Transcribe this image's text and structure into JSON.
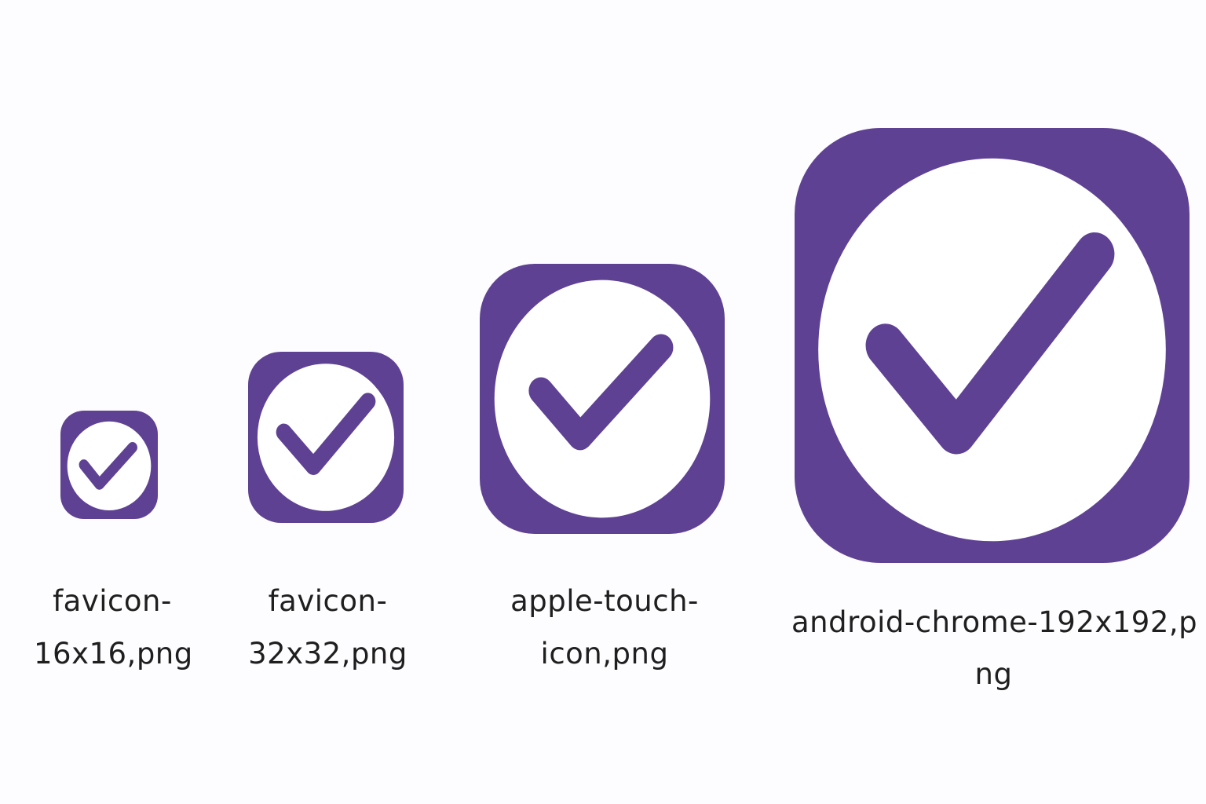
{
  "colors": {
    "brand": "#5f4194",
    "inner": "#ffffff",
    "background": "#fdfcfe",
    "text": "#1f1f1f"
  },
  "icons": [
    {
      "name": "favicon-16",
      "icon": "check-circle-icon",
      "label_lines": [
        "favicon-",
        "16x16,png"
      ]
    },
    {
      "name": "favicon-32",
      "icon": "check-circle-icon",
      "label_lines": [
        "favicon-",
        "32x32,png"
      ]
    },
    {
      "name": "apple-touch-icon",
      "icon": "check-circle-icon",
      "label_lines": [
        "apple-touch-",
        "icon,png"
      ]
    },
    {
      "name": "android-chrome-192",
      "icon": "check-circle-icon",
      "label_lines": [
        "android-chrome-192x192,p",
        "ng"
      ]
    }
  ]
}
